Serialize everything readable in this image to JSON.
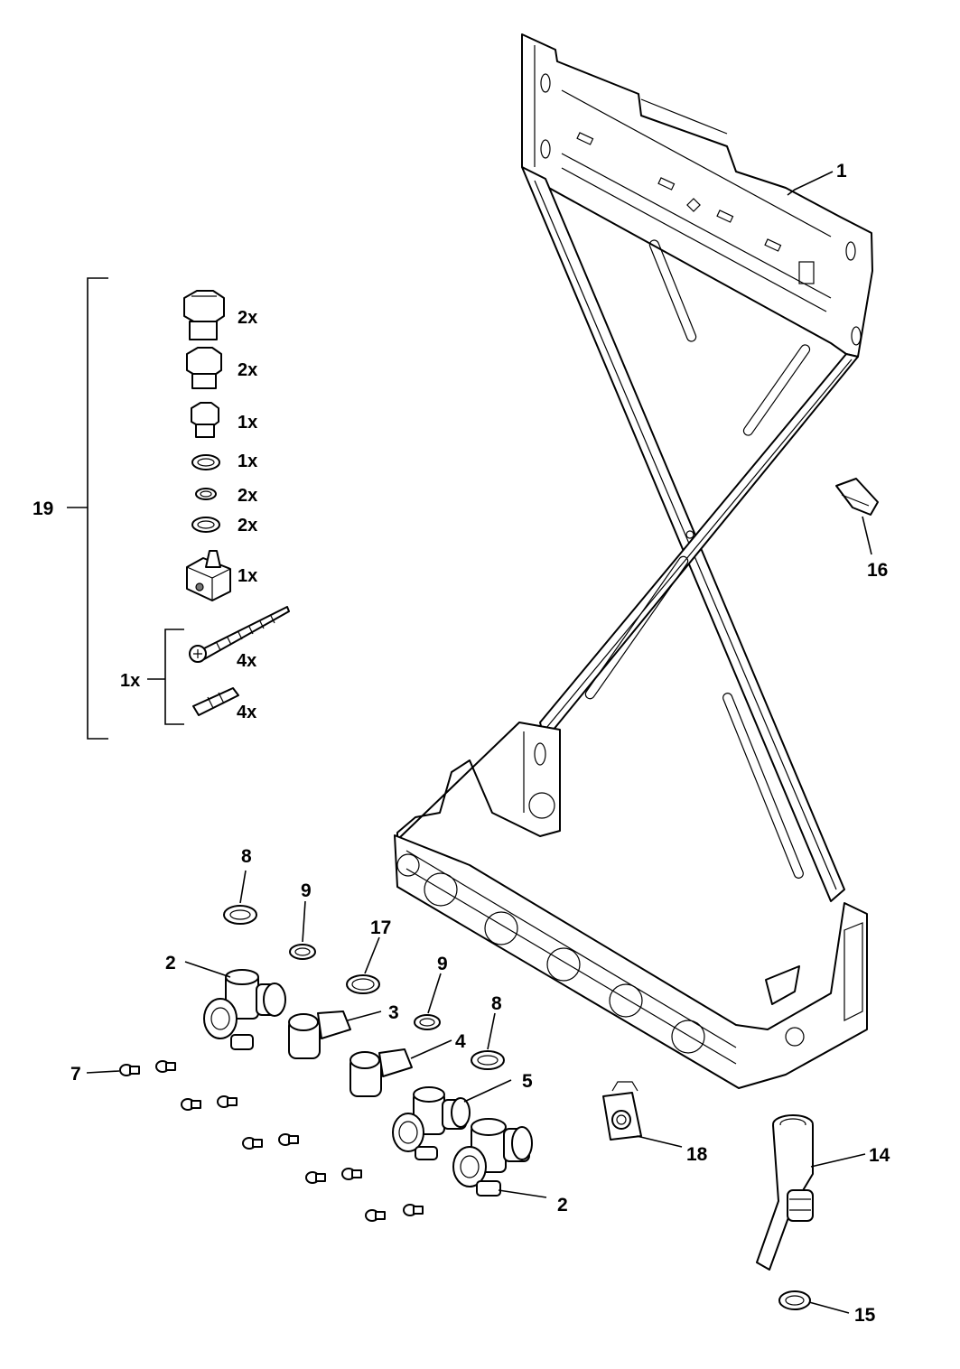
{
  "callouts": {
    "c1": "1",
    "c2a": "2",
    "c2b": "2",
    "c3": "3",
    "c4": "4",
    "c5": "5",
    "c7": "7",
    "c8a": "8",
    "c8b": "8",
    "c9a": "9",
    "c9b": "9",
    "c14": "14",
    "c15": "15",
    "c16": "16",
    "c17": "17",
    "c18": "18",
    "c19": "19"
  },
  "kit_19": {
    "quantities": [
      "2x",
      "2x",
      "1x",
      "1x",
      "2x",
      "2x",
      "1x"
    ],
    "subgroup_label": "1x",
    "subgroup_quantities": [
      "4x",
      "4x"
    ]
  }
}
